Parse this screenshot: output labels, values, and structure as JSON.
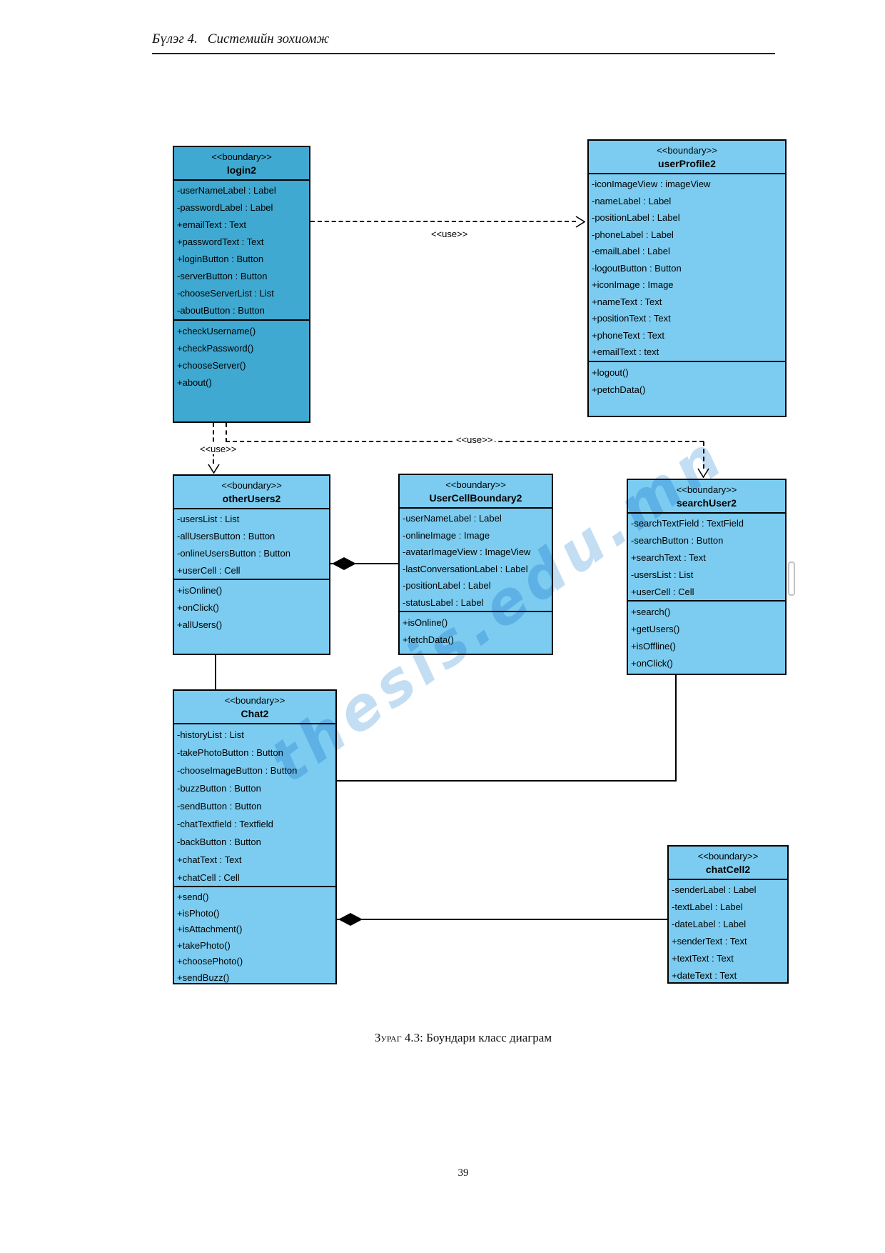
{
  "page": {
    "chapter_label": "Бүлэг 4.",
    "chapter_title": "Системийн зохиомж",
    "number": "39"
  },
  "caption": {
    "label": "Зураг 4.3:",
    "text": "Боундари класс диаграм"
  },
  "watermark": {
    "text": "thesis.edu.mn"
  },
  "diagram": {
    "use_label": "<<use>>",
    "colors": {
      "class_fill_light": "#7bccf0",
      "class_fill_dark": "#3fa9d1",
      "border": "#000000",
      "watermark": "#9ecaec"
    },
    "classes": [
      {
        "id": "login2",
        "stereotype": "<<boundary>>",
        "name": "login2",
        "attributes": [
          "-userNameLabel : Label",
          "-passwordLabel : Label",
          "+emailText : Text",
          "+passwordText : Text",
          "+loginButton : Button",
          "-serverButton : Button",
          "-chooseServerList : List",
          "-aboutButton : Button"
        ],
        "methods": [
          "+checkUsername()",
          "+checkPassword()",
          "+chooseServer()",
          "+about()"
        ]
      },
      {
        "id": "userProfile2",
        "stereotype": "<<boundary>>",
        "name": "userProfile2",
        "attributes": [
          "-iconImageView : imageView",
          "-nameLabel : Label",
          "-positionLabel : Label",
          "-phoneLabel : Label",
          "-emailLabel : Label",
          "-logoutButton : Button",
          "+iconImage : Image",
          "+nameText : Text",
          "+positionText : Text",
          "+phoneText : Text",
          "+emailText : text"
        ],
        "methods": [
          "+logout()",
          "+petchData()"
        ]
      },
      {
        "id": "otherUsers2",
        "stereotype": "<<boundary>>",
        "name": "otherUsers2",
        "attributes": [
          "-usersList : List",
          "-allUsersButton : Button",
          "-onlineUsersButton : Button",
          "+userCell : Cell"
        ],
        "methods": [
          "+isOnline()",
          "+onClick()",
          "+allUsers()"
        ]
      },
      {
        "id": "UserCellBoundary2",
        "stereotype": "<<boundary>>",
        "name": "UserCellBoundary2",
        "attributes": [
          "-userNameLabel : Label",
          "-onlineImage : Image",
          "-avatarImageView : ImageView",
          "-lastConversationLabel : Label",
          "-positionLabel : Label",
          "-statusLabel : Label"
        ],
        "methods": [
          "+isOnline()",
          "+fetchData()"
        ]
      },
      {
        "id": "searchUser2",
        "stereotype": "<<boundary>>",
        "name": "searchUser2",
        "attributes": [
          "-searchTextField : TextField",
          "-searchButton : Button",
          "+searchText : Text",
          "-usersList : List",
          "+userCell : Cell"
        ],
        "methods": [
          "+search()",
          "+getUsers()",
          "+isOffline()",
          "+onClick()"
        ]
      },
      {
        "id": "Chat2",
        "stereotype": "<<boundary>>",
        "name": "Chat2",
        "attributes": [
          "-historyList : List",
          "-takePhotoButton : Button",
          "-chooseImageButton : Button",
          "-buzzButton : Button",
          "-sendButton : Button",
          "-chatTextfield : Textfield",
          "-backButton : Button",
          "+chatText : Text",
          "+chatCell : Cell"
        ],
        "methods": [
          "+send()",
          "+isPhoto()",
          "+isAttachment()",
          "+takePhoto()",
          "+choosePhoto()",
          "+sendBuzz()"
        ]
      },
      {
        "id": "chatCell2",
        "stereotype": "<<boundary>>",
        "name": "chatCell2",
        "attributes": [
          "-senderLabel : Label",
          "-textLabel : Label",
          "-dateLabel : Label",
          "+senderText : Text",
          "+textText : Text",
          "+dateText : Text"
        ],
        "methods": []
      }
    ]
  }
}
